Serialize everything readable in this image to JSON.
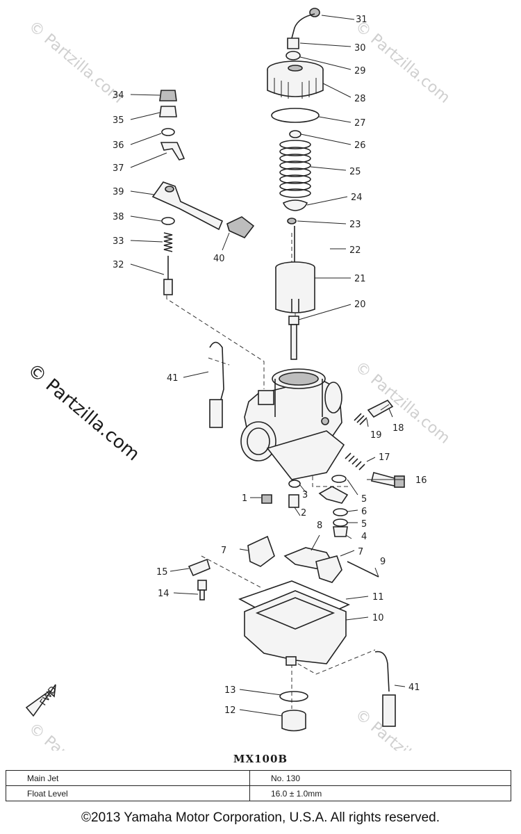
{
  "watermark": {
    "main": "© Partzilla.com",
    "faint": "© Partzilla.com"
  },
  "fwd_label": "FWD",
  "callouts": {
    "c1": "1",
    "c2": "2",
    "c3": "3",
    "c4": "4",
    "c5a": "5",
    "c5b": "5",
    "c6": "6",
    "c7a": "7",
    "c7b": "7",
    "c8": "8",
    "c9": "9",
    "c10": "10",
    "c11": "11",
    "c12": "12",
    "c13": "13",
    "c14": "14",
    "c15": "15",
    "c16": "16",
    "c17": "17",
    "c18": "18",
    "c19": "19",
    "c20": "20",
    "c21": "21",
    "c22": "22",
    "c23": "23",
    "c24": "24",
    "c25": "25",
    "c26": "26",
    "c27": "27",
    "c28": "28",
    "c29": "29",
    "c30": "30",
    "c31": "31",
    "c32": "32",
    "c33": "33",
    "c34": "34",
    "c35": "35",
    "c36": "36",
    "c37": "37",
    "c38": "38",
    "c39": "39",
    "c40": "40",
    "c41a": "41",
    "c41b": "41"
  },
  "model": "MX100B",
  "specs": [
    {
      "label": "Main Jet",
      "value": "No. 130"
    },
    {
      "label": "Float Level",
      "value": "16.0 ± 1.0mm"
    }
  ],
  "copyright": "©2013 Yamaha Motor Corporation, U.S.A. All rights reserved."
}
